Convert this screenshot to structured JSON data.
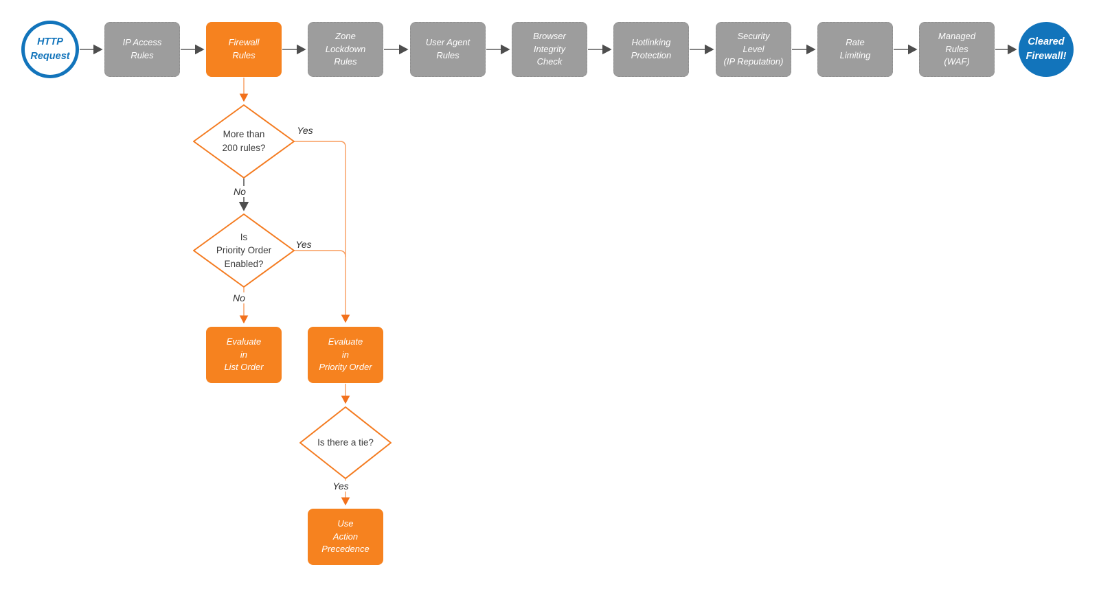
{
  "colors": {
    "accent_orange": "#F6821F",
    "node_gray": "#9D9D9D",
    "brand_blue": "#1274BB",
    "connector_gray": "#5A5A5A",
    "text_dark": "#3B3B3B"
  },
  "flow": {
    "start": {
      "label": "HTTP\nRequest"
    },
    "pipeline": [
      {
        "label": "IP Access\nRules"
      },
      {
        "label": "Firewall\nRules"
      },
      {
        "label": "Zone\nLockdown\nRules"
      },
      {
        "label": "User Agent\nRules"
      },
      {
        "label": "Browser\nIntegrity\nCheck"
      },
      {
        "label": "Hotlinking\nProtection"
      },
      {
        "label": "Security\nLevel\n(IP Reputation)"
      },
      {
        "label": "Rate\nLimiting"
      },
      {
        "label": "Managed\nRules\n(WAF)"
      }
    ],
    "end": {
      "label": "Cleared\nFirewall!"
    },
    "decisions": [
      {
        "label": "More than\n200 rules?",
        "yes": "Yes",
        "no": "No"
      },
      {
        "label": "Is\nPriority Order\nEnabled?",
        "yes": "Yes",
        "no": "No"
      },
      {
        "label": "Is there a tie?",
        "yes": "Yes"
      }
    ],
    "actions": [
      {
        "label": "Evaluate\nin\nList Order"
      },
      {
        "label": "Evaluate\nin\nPriority Order"
      },
      {
        "label": "Use\nAction\nPrecedence"
      }
    ]
  }
}
